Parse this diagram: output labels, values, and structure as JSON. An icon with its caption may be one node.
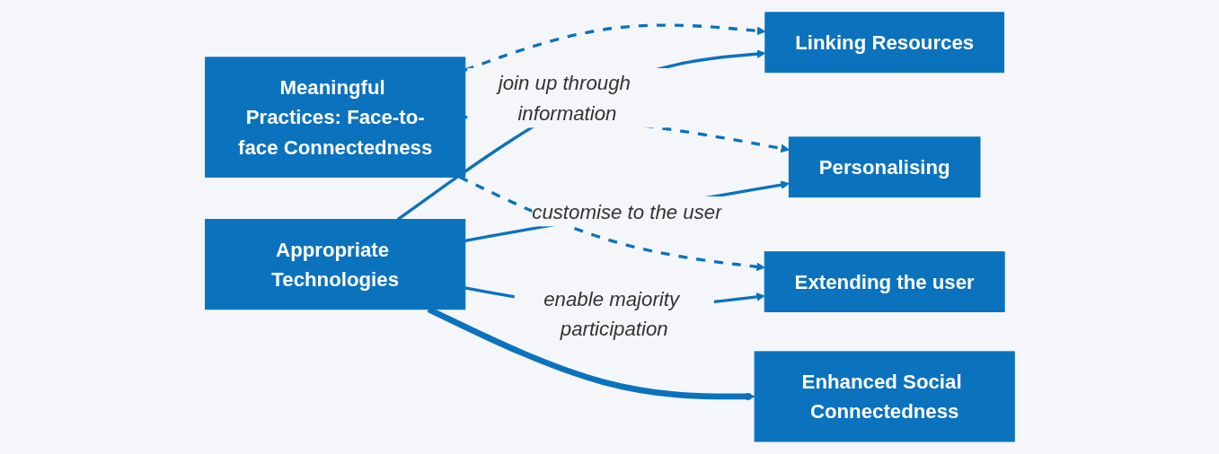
{
  "diagram": {
    "nodes": [
      {
        "text": [
          "Meaningful Practices: Face-to-face Connectedness"
        ]
      },
      {
        "text": [
          "Linking Resources"
        ]
      },
      {
        "text": [
          "Personalising"
        ]
      },
      {
        "text": [
          "Extending the user"
        ]
      },
      {
        "text": [
          "Appropriate Technologies"
        ]
      },
      {
        "text": [
          "Enhanced Social Connectedness"
        ]
      }
    ],
    "edges": [
      {
        "from": 0,
        "to": 1,
        "arrow": "to",
        "style": "dashed"
      },
      {
        "from": 0,
        "to": 2,
        "arrow": "to",
        "style": "dashed"
      },
      {
        "from": 0,
        "to": 3,
        "arrow": "to",
        "style": "dashed"
      },
      {
        "from": 4,
        "to": 1,
        "arrow": "to",
        "label": "join up through information"
      },
      {
        "from": 4,
        "to": 2,
        "arrow": "to",
        "label": "customise to the user"
      },
      {
        "from": 4,
        "to": 3,
        "arrow": "to",
        "label": "enable majority participation"
      },
      {
        "from": 4,
        "to": 5,
        "arrow": "to",
        "style": "thick"
      }
    ]
  }
}
